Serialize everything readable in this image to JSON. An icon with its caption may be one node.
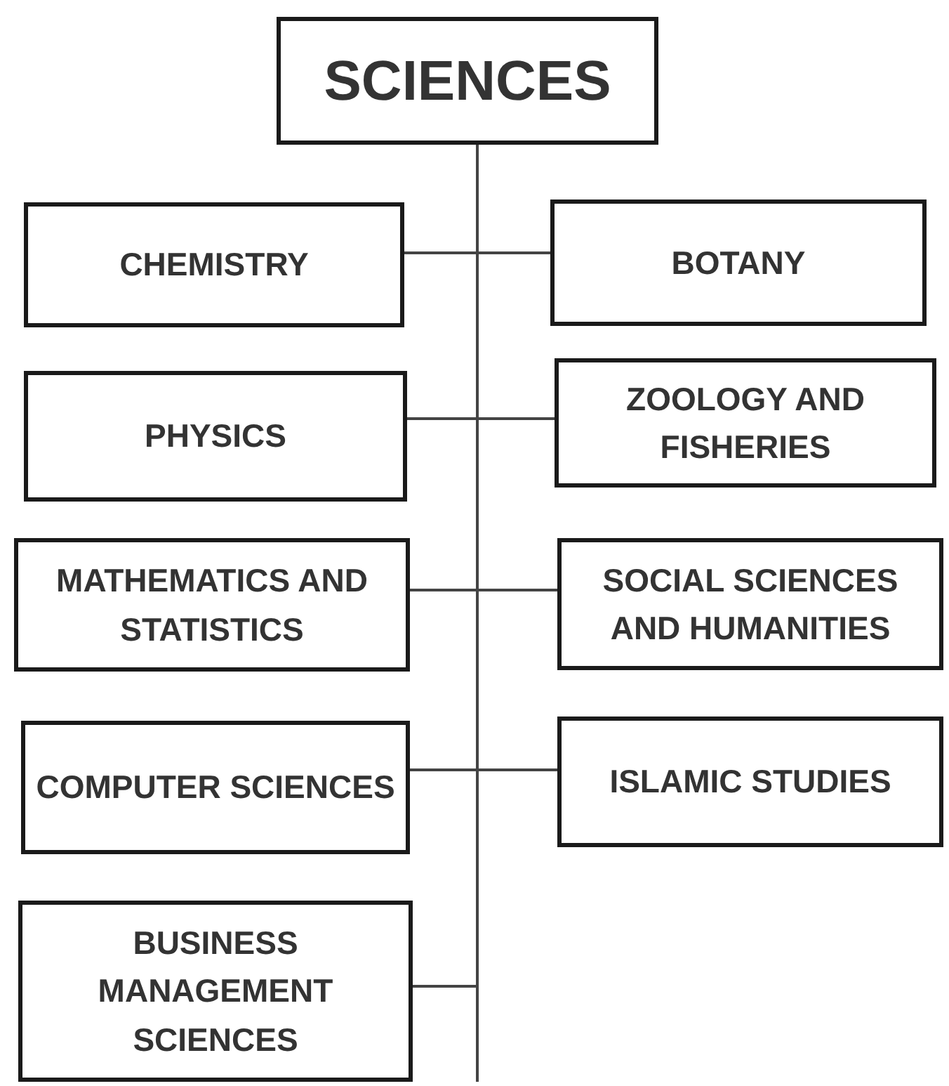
{
  "diagram": {
    "nodes": [
      {
        "text": [
          "SCIENCES"
        ]
      },
      {
        "text": [
          "CHEMISTRY"
        ]
      },
      {
        "text": [
          "BOTANY"
        ]
      },
      {
        "text": [
          "PHYSICS"
        ]
      },
      {
        "text": [
          "ZOOLOGY AND FISHERIES"
        ]
      },
      {
        "text": [
          "MATHEMATICS AND STATISTICS"
        ]
      },
      {
        "text": [
          "SOCIAL SCIENCES AND HUMANITIES"
        ]
      },
      {
        "text": [
          "COMPUTER SCIENCES"
        ]
      },
      {
        "text": [
          "ISLAMIC STUDIES"
        ]
      },
      {
        "text": [
          "BUSINESS MANAGEMENT SCIENCES"
        ]
      }
    ],
    "edges": [
      {
        "from": 0,
        "to": 1,
        "arrow": "none"
      },
      {
        "from": 0,
        "to": 2,
        "arrow": "none"
      },
      {
        "from": 0,
        "to": 3,
        "arrow": "none"
      },
      {
        "from": 0,
        "to": 4,
        "arrow": "none"
      },
      {
        "from": 0,
        "to": 5,
        "arrow": "none"
      },
      {
        "from": 0,
        "to": 6,
        "arrow": "none"
      },
      {
        "from": 0,
        "to": 7,
        "arrow": "none"
      },
      {
        "from": 0,
        "to": 8,
        "arrow": "none"
      },
      {
        "from": 0,
        "to": 9,
        "arrow": "none"
      }
    ]
  }
}
